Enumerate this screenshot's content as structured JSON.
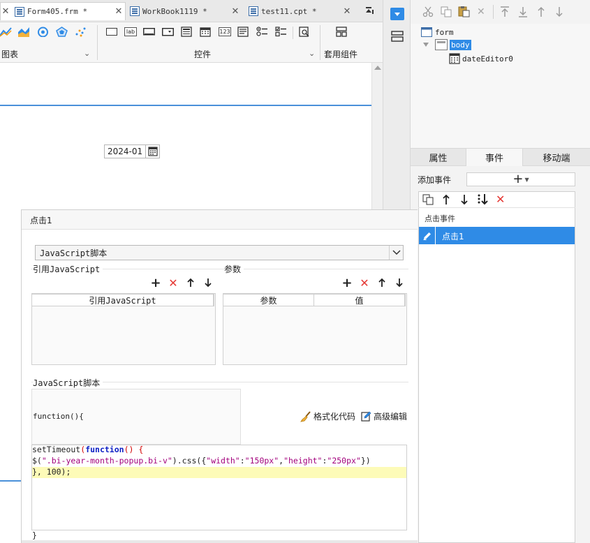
{
  "tabs": [
    {
      "label": "Form405.frm *",
      "active": true
    },
    {
      "label": "WorkBook1119 *",
      "active": false
    },
    {
      "label": "test11.cpt *",
      "active": false
    }
  ],
  "ribbon": {
    "groups": [
      "图表",
      "控件",
      "套用组件"
    ],
    "control_icon_texts": {
      "lab": "lab",
      "num": "123"
    }
  },
  "canvas": {
    "date_value": "2024-01"
  },
  "tree": {
    "nodes": [
      "form",
      "body",
      "dateEditor0"
    ]
  },
  "prop_tabs": [
    "属性",
    "事件",
    "移动端"
  ],
  "events": {
    "add_label": "添加事件",
    "add_symbol": "+",
    "group_label": "点击事件",
    "items": [
      "点击1"
    ]
  },
  "dialog": {
    "title": "点击1",
    "script_type": "JavaScript脚本",
    "ref_js_label": "引用JavaScript",
    "params_label": "参数",
    "ref_js_col": "引用JavaScript",
    "param_cols": [
      "参数",
      "值"
    ],
    "js_script_label": "JavaScript脚本",
    "fn_head": "function(){",
    "format_btn": "格式化代码",
    "adv_btn": "高级编辑",
    "fn_close": "}",
    "code": {
      "line1_a": "setTimeout",
      "line1_b": "(",
      "line1_c": "function",
      "line1_d": "() {",
      "line2_a": "$(",
      "line2_b": "\".bi-year-month-popup.bi-v\"",
      "line2_c": ").css({",
      "line2_d": "\"width\"",
      "line2_e": ":",
      "line2_f": "\"150px\"",
      "line2_g": ",",
      "line2_h": "\"height\"",
      "line2_i": ":",
      "line2_j": "\"250px\"",
      "line2_k": "})",
      "line3": "}, 100);"
    }
  },
  "colors": {
    "accent": "#2f8be6",
    "delete": "#e53935",
    "canvas_line": "#4a90d9",
    "code_highlight": "#fdfbb8"
  }
}
